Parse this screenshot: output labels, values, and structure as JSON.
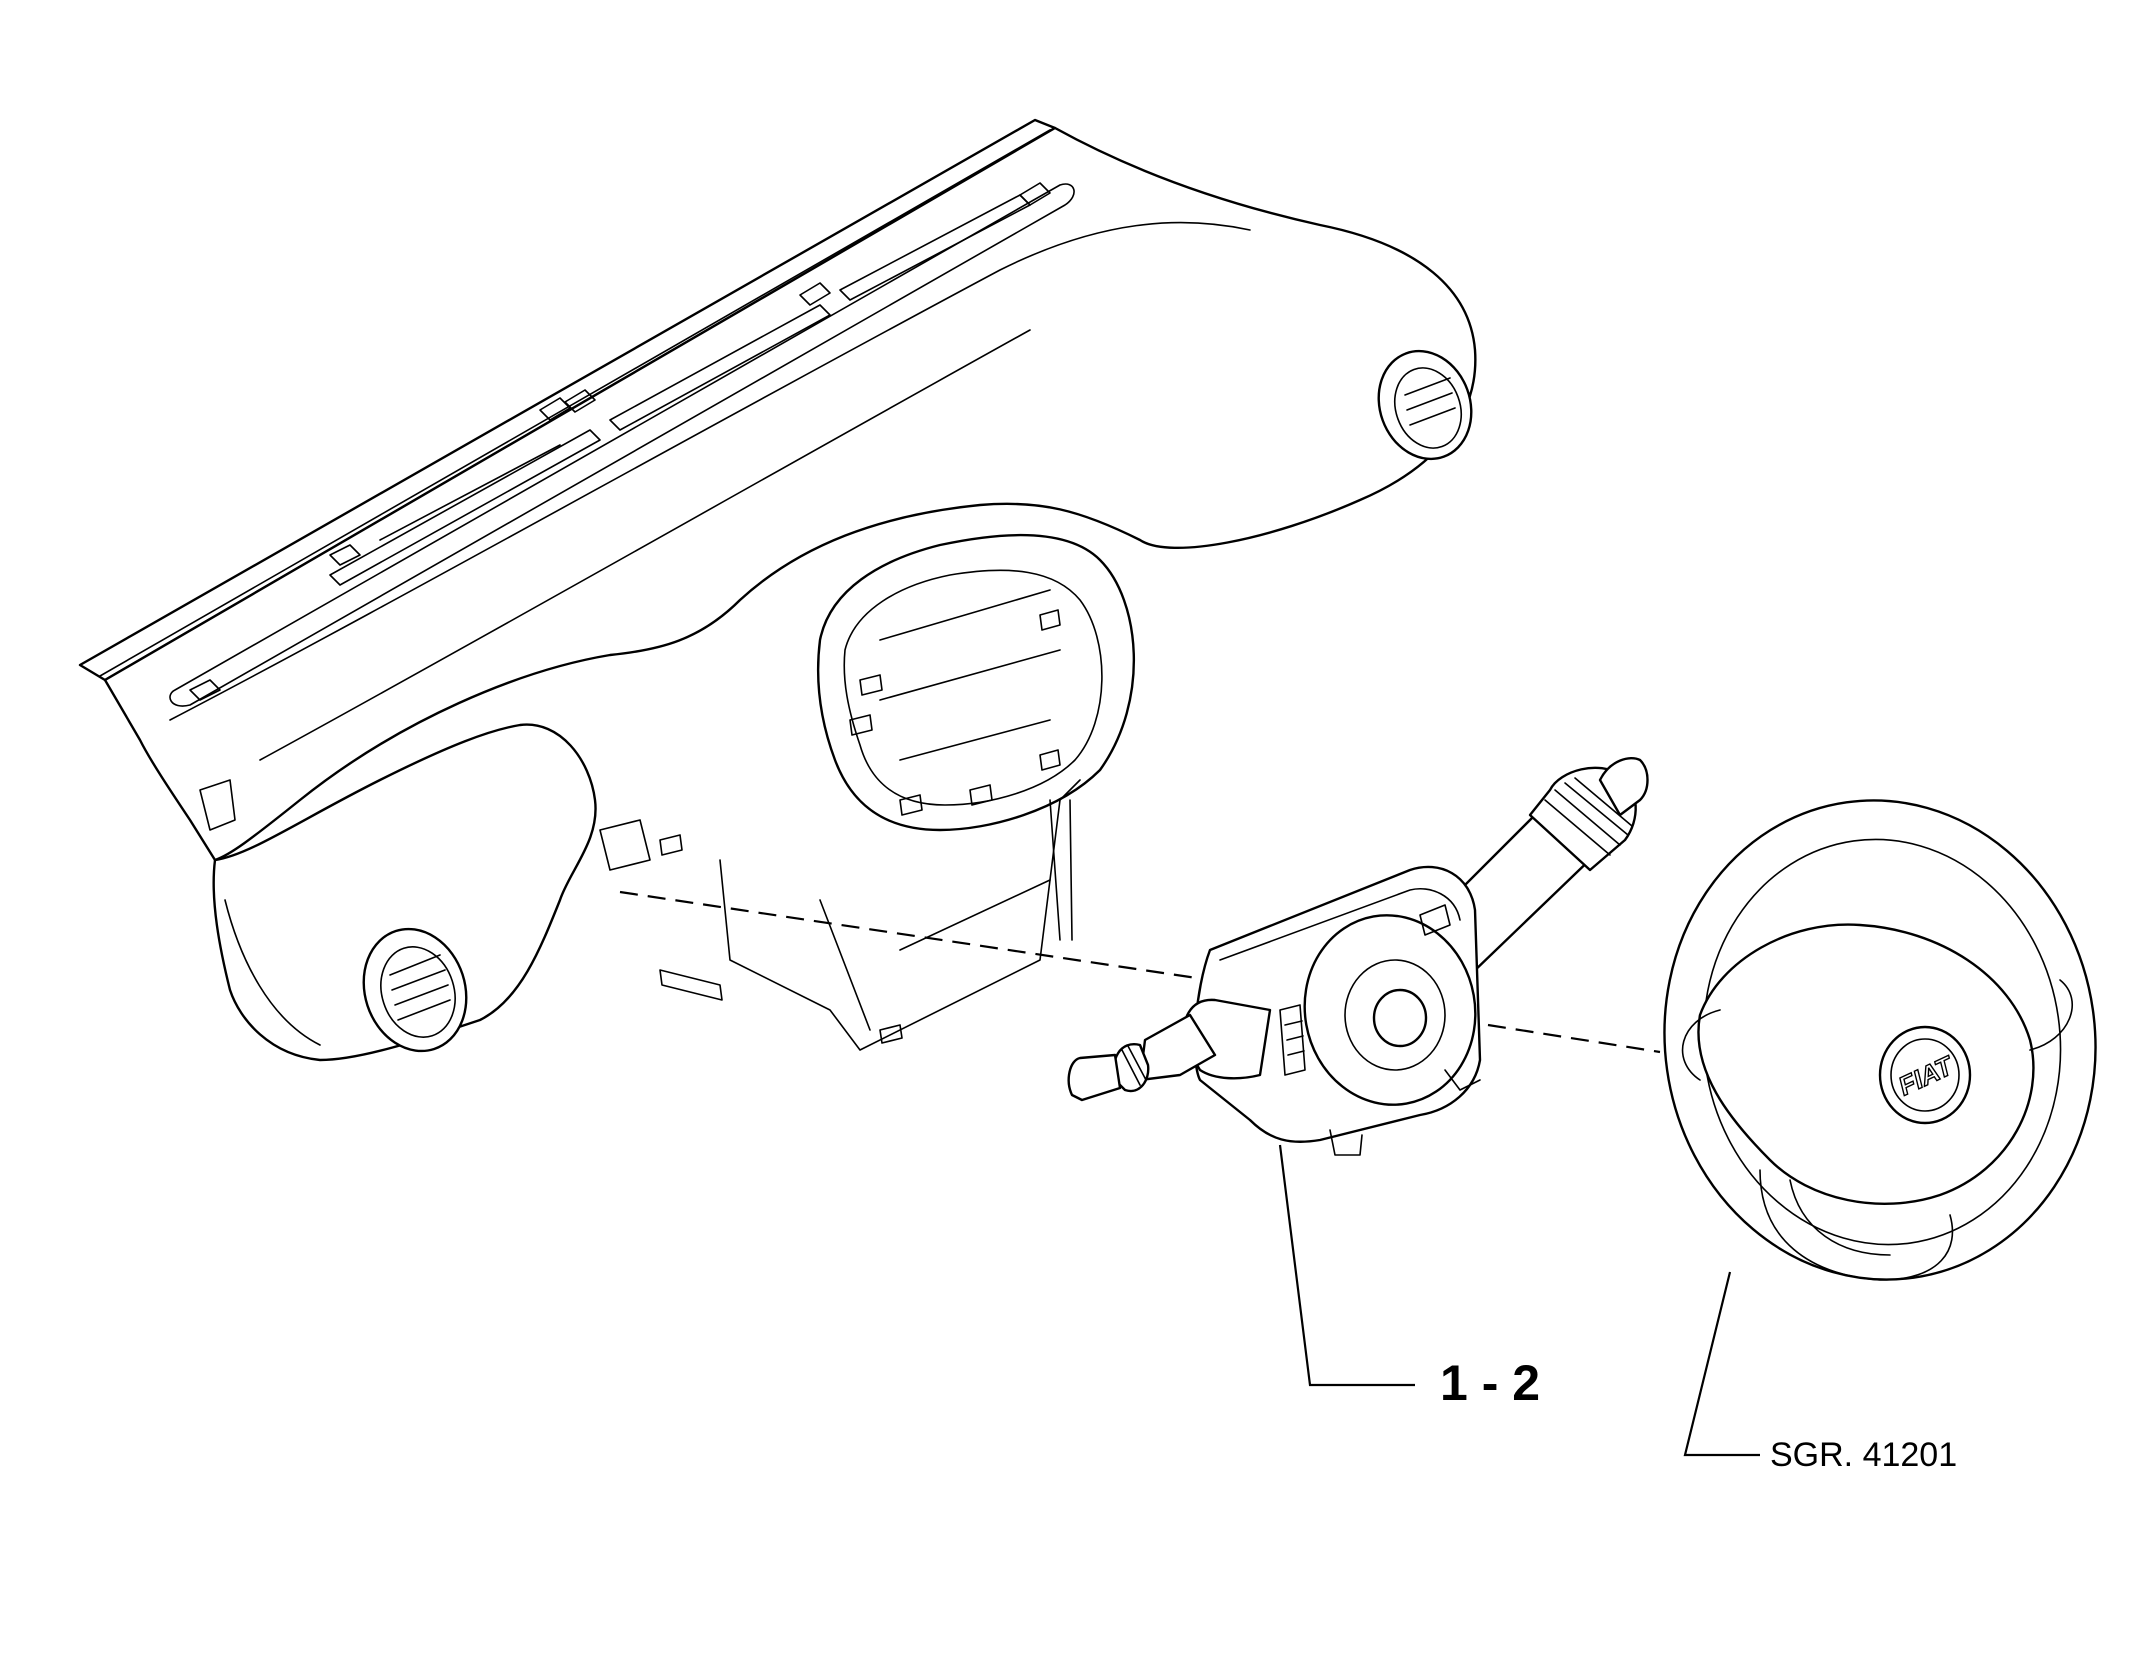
{
  "callouts": {
    "part_label": "1 - 2",
    "drawing_ref": "SGR. 41201"
  },
  "logo": {
    "text": "FIAT"
  },
  "colors": {
    "line": "#000000",
    "background": "#ffffff"
  }
}
